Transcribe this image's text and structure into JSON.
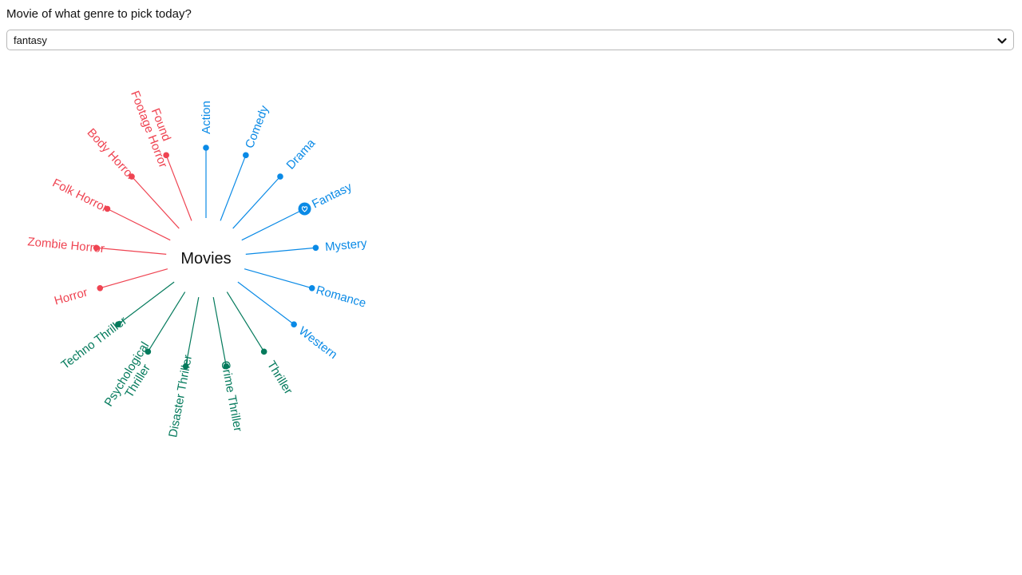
{
  "question": "Movie of what genre to pick today?",
  "genre_select": {
    "selected": "fantasy"
  },
  "diagram": {
    "root": "Movies",
    "selected_leaf": "Fantasy",
    "colors": {
      "blue": "#0a8ae6",
      "red": "#ef4452",
      "green": "#047a5c"
    },
    "leaves": [
      {
        "label": "Action",
        "group": "blue"
      },
      {
        "label": "Comedy",
        "group": "blue"
      },
      {
        "label": "Drama",
        "group": "blue"
      },
      {
        "label": "Fantasy",
        "group": "blue"
      },
      {
        "label": "Mystery",
        "group": "blue"
      },
      {
        "label": "Romance",
        "group": "blue"
      },
      {
        "label": "Western",
        "group": "blue"
      },
      {
        "label": "Thriller",
        "group": "green"
      },
      {
        "label": "Crime Thriller",
        "group": "green"
      },
      {
        "label": "Disaster Thriller",
        "group": "green"
      },
      {
        "label": "Psychological Thriller",
        "group": "green",
        "lines": [
          "Psychological",
          "Thriller"
        ]
      },
      {
        "label": "Techno Thriller",
        "group": "green"
      },
      {
        "label": "Horror",
        "group": "red"
      },
      {
        "label": "Zombie Horror",
        "group": "red"
      },
      {
        "label": "Folk Horror",
        "group": "red"
      },
      {
        "label": "Body Horror",
        "group": "red"
      },
      {
        "label": "Found Footage Horror",
        "group": "red",
        "lines": [
          "Found",
          "Footage Horror"
        ]
      }
    ]
  }
}
